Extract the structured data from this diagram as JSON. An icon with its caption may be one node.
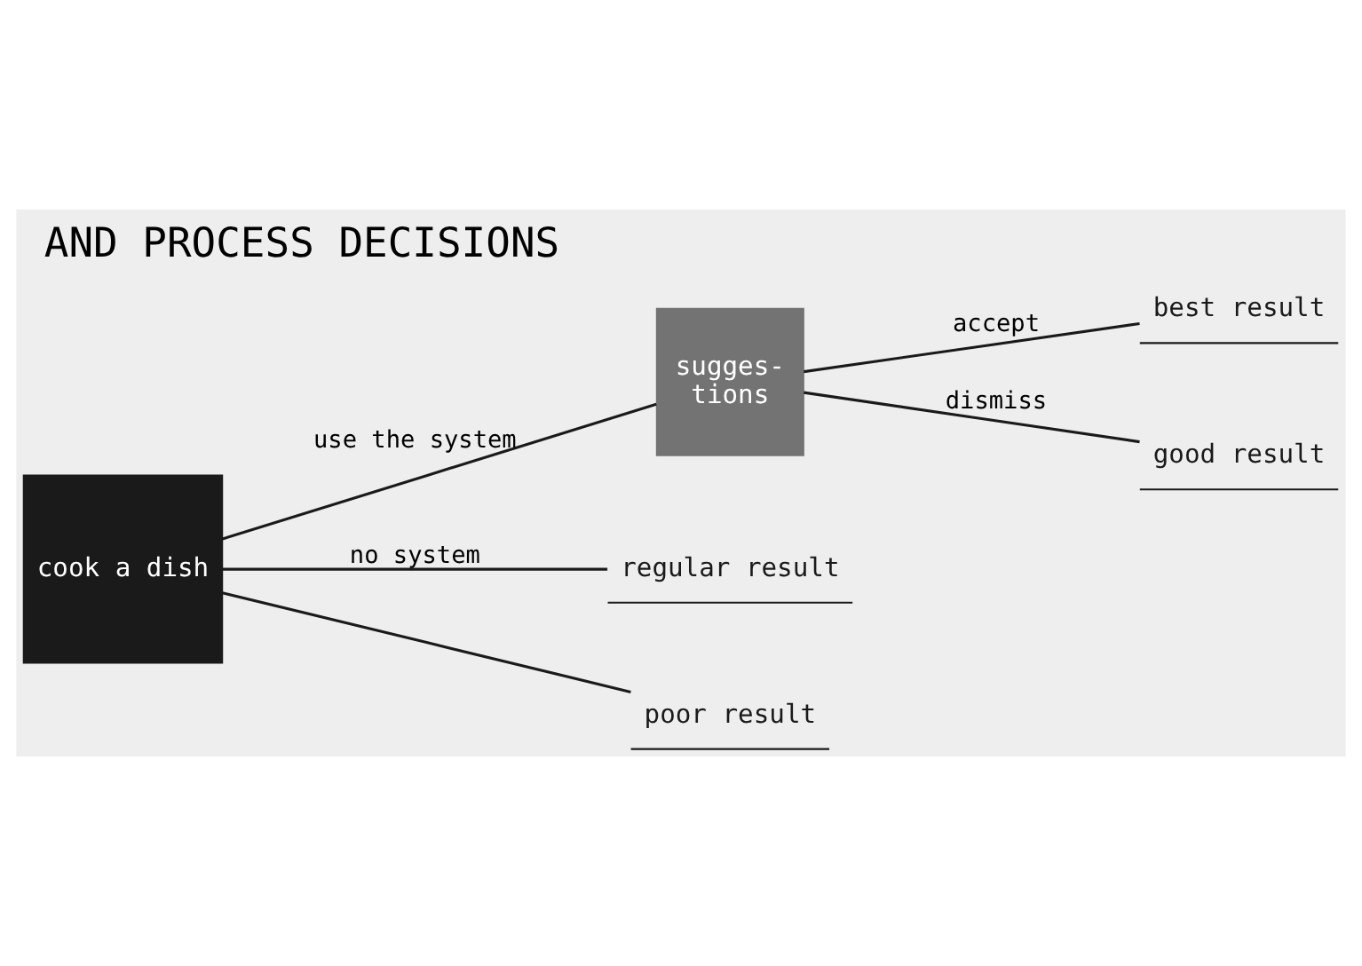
{
  "diagram": {
    "title": "AND PROCESS DECISIONS",
    "nodes": [
      {
        "text": [
          "cook a dish"
        ]
      },
      {
        "text": [
          "sugges- tions"
        ]
      },
      {
        "text": [
          "best result"
        ]
      },
      {
        "text": [
          "good result"
        ]
      },
      {
        "text": [
          "regular result"
        ]
      },
      {
        "text": [
          "poor result"
        ]
      }
    ],
    "edges": [
      {
        "from": 0,
        "to": 1,
        "arrow": "none",
        "label": "use the system"
      },
      {
        "from": 1,
        "to": 2,
        "arrow": "none",
        "label": "accept"
      },
      {
        "from": 1,
        "to": 3,
        "arrow": "none",
        "label": "dismiss"
      },
      {
        "from": 0,
        "to": 4,
        "arrow": "none",
        "label": "no system"
      },
      {
        "from": 0,
        "to": 5,
        "arrow": "none"
      }
    ]
  }
}
